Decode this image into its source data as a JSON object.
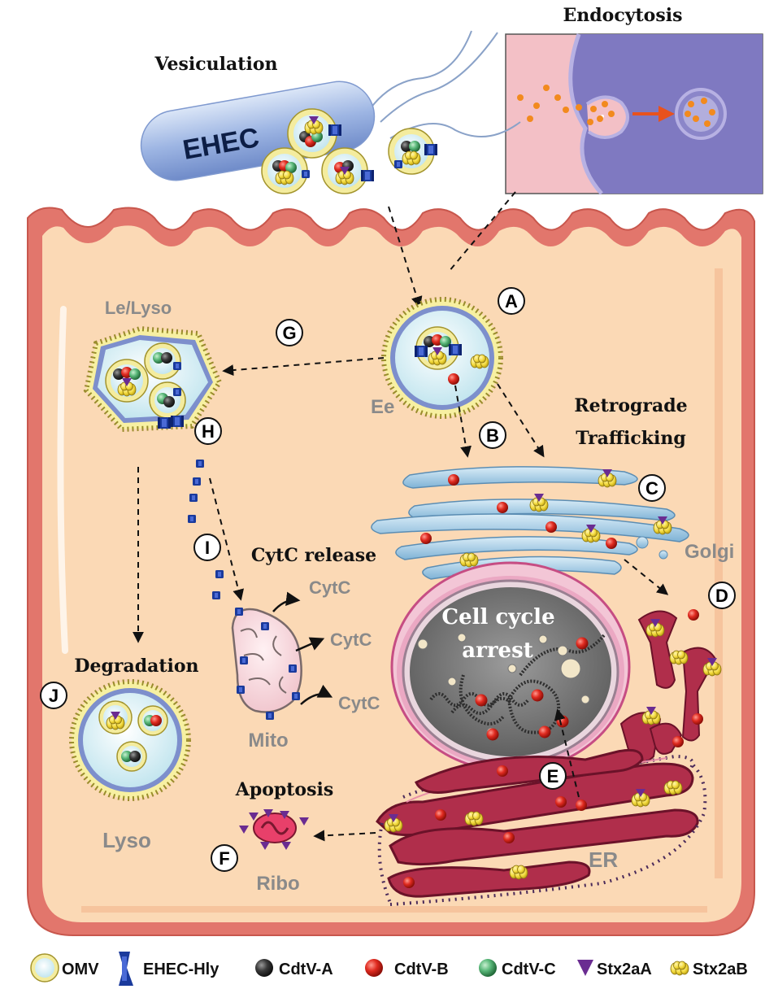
{
  "title_endocytosis": "Endocytosis",
  "title_vesiculation": "Vesiculation",
  "bacterium_label": "EHEC",
  "labels": {
    "ee": "Ee",
    "le_lyso": "Le/Lyso",
    "retrograde_1": "Retrograde",
    "retrograde_2": "Trafficking",
    "golgi": "Golgi",
    "cytc_release": "CytC release",
    "cytc": "CytC",
    "cell_cycle_1": "Cell cycle",
    "cell_cycle_2": "arrest",
    "degradation": "Degradation",
    "mito": "Mito",
    "apoptosis": "Apoptosis",
    "lyso": "Lyso",
    "ribo": "Ribo",
    "er": "ER"
  },
  "step_letters": {
    "a": "A",
    "b": "B",
    "c": "C",
    "d": "D",
    "e": "E",
    "f": "F",
    "g": "G",
    "h": "H",
    "i": "I",
    "j": "J"
  },
  "legend": [
    {
      "label": "OMV",
      "icon": "omv-icon"
    },
    {
      "label": "EHEC-Hly",
      "icon": "ehec-hly-icon"
    },
    {
      "label": "CdtV-A",
      "icon": "black-sphere-icon"
    },
    {
      "label": "CdtV-B",
      "icon": "red-sphere-icon"
    },
    {
      "label": "CdtV-C",
      "icon": "green-sphere-icon"
    },
    {
      "label": "Stx2aA",
      "icon": "purple-triangle-icon"
    },
    {
      "label": "Stx2aB",
      "icon": "yellow-pentamer-icon"
    }
  ],
  "colors": {
    "cell_fill": "#fbd9b5",
    "membrane": "#e2766c",
    "organelle_gray": "#8a8a8a",
    "cdtv_b": "#e02b20",
    "stx2aa": "#6a2c91",
    "stx2ab": "#f2d93b",
    "hly": "#1a3a9c"
  }
}
